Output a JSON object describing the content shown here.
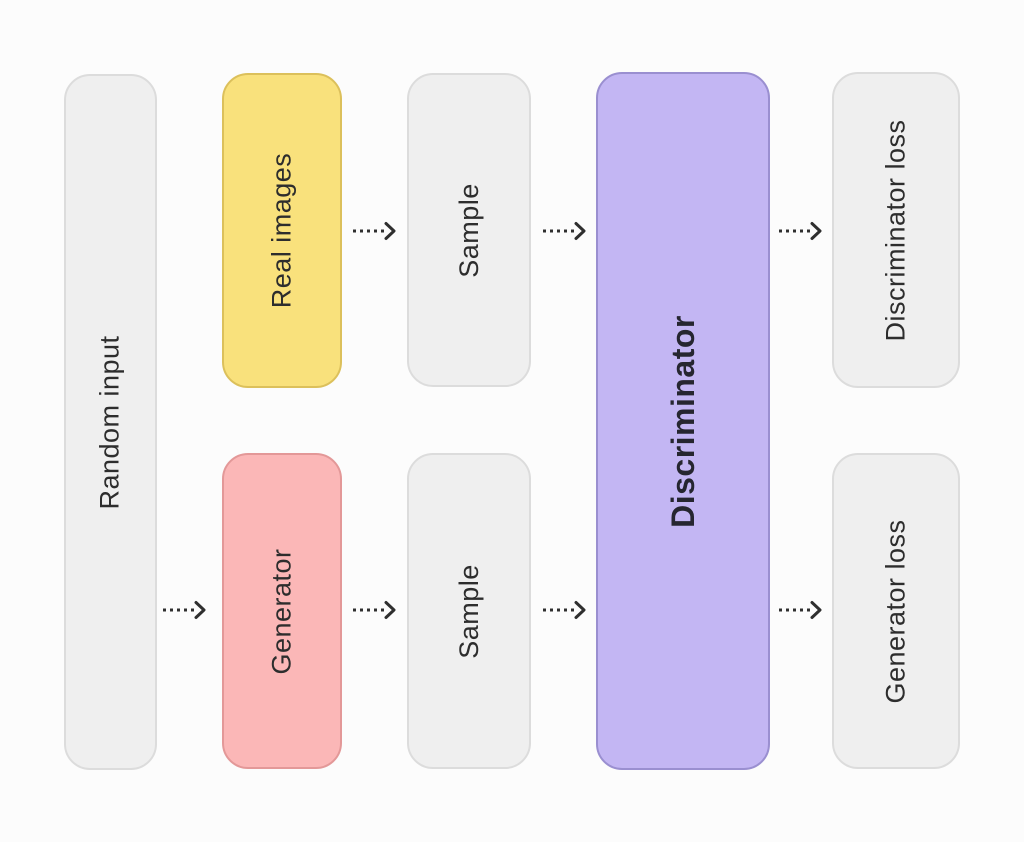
{
  "diagram": {
    "type": "flow-diagram",
    "subject": "GAN training flow",
    "nodes": [
      {
        "label": "Random input",
        "color": "#efefef"
      },
      {
        "label": "Real images",
        "color": "#f9e17c"
      },
      {
        "label": "Sample",
        "color": "#efefef"
      },
      {
        "label": "Discriminator",
        "color": "#c3b6f3"
      },
      {
        "label": "Discriminator loss",
        "color": "#efefef"
      },
      {
        "label": "Generator",
        "color": "#fbb7b7"
      },
      {
        "label": "Sample",
        "color": "#efefef"
      },
      {
        "label": "Generator loss",
        "color": "#efefef"
      }
    ],
    "arrows": [
      {
        "from": "Random input",
        "to": "Generator",
        "style": "dotted-right"
      },
      {
        "from": "Real images",
        "to": "Sample",
        "style": "dotted-right"
      },
      {
        "from": "Sample",
        "to": "Discriminator",
        "style": "dotted-right"
      },
      {
        "from": "Discriminator",
        "to": "Discriminator loss",
        "style": "dotted-right"
      },
      {
        "from": "Generator",
        "to": "Sample",
        "style": "dotted-right"
      },
      {
        "from": "Sample",
        "to": "Discriminator",
        "style": "dotted-right"
      },
      {
        "from": "Discriminator",
        "to": "Generator loss",
        "style": "dotted-right"
      }
    ],
    "palette": {
      "background": "#fcfcfc",
      "neutral_box": "#efefef",
      "neutral_border": "#dcdcdc",
      "yellow_box": "#f9e17c",
      "yellow_border": "#dcc05b",
      "pink_box": "#fbb7b7",
      "pink_border": "#e39898",
      "purple_box": "#c3b6f3",
      "purple_border": "#9a8fd0",
      "text": "#2d2d2d",
      "arrow": "#2f2f2f"
    },
    "text_orientation": "rotated-90-ccw"
  }
}
